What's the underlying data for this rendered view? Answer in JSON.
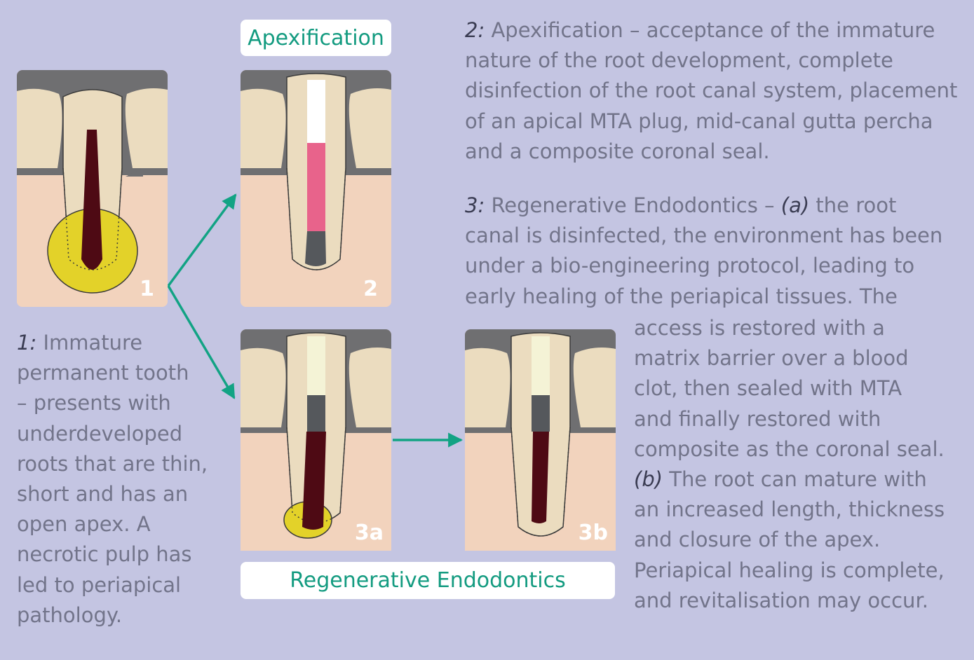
{
  "labels": {
    "apexification": "Apexification",
    "regenerative": "Regenerative Endodontics"
  },
  "panels": [
    {
      "id": "1",
      "number": "1"
    },
    {
      "id": "2",
      "number": "2"
    },
    {
      "id": "3a",
      "number": "3a"
    },
    {
      "id": "3b",
      "number": "3b"
    }
  ],
  "text1": {
    "lead": "1:",
    "lines": [
      " Immature",
      "permanent tooth",
      "– presents with",
      "underdeveloped",
      "roots that are thin,",
      "short and has an",
      "open apex. A",
      "necrotic pulp has",
      "led to periapical",
      "pathology."
    ]
  },
  "text2": {
    "lead": "2:",
    "lines": [
      " Apexification – acceptance of the immature",
      "nature of the root development, complete",
      "disinfection of the root canal system, placement",
      "of an apical MTA plug, mid-canal gutta percha",
      "and a composite coronal seal."
    ]
  },
  "text3": {
    "lead": "3:",
    "first_rest": " Regenerative Endodontics – ",
    "first_em": "(a)",
    "first_tail": " the root",
    "upper_lines": [
      "canal is disinfected, the environment has been",
      "under a bio-engineering protocol, leading to",
      "early healing of the periapical tissues. The"
    ],
    "lower_lines": [
      "access is restored with a",
      "matrix barrier over a blood",
      "clot, then sealed with MTA",
      "and finally restored with",
      "composite as the coronal seal."
    ],
    "b_lead": "(b)",
    "b_first": " The root can mature with",
    "b_lines": [
      "an increased length, thickness",
      "and closure of the apex.",
      "Periapical healing is complete,",
      "and revitalisation may occur."
    ]
  },
  "colors": {
    "background": "#c4c5e2",
    "arrow": "#12a384",
    "bone": "#f2d3bd",
    "tooth": "#ebdcbf",
    "gum_dark": "#6f6f71",
    "pulp": "#4e0a14",
    "lesion": "#e3d229",
    "gutta_percha": "#e8638b",
    "composite": "#ffffff",
    "mta": "#55585c",
    "matrix": "#f4f3d6"
  }
}
